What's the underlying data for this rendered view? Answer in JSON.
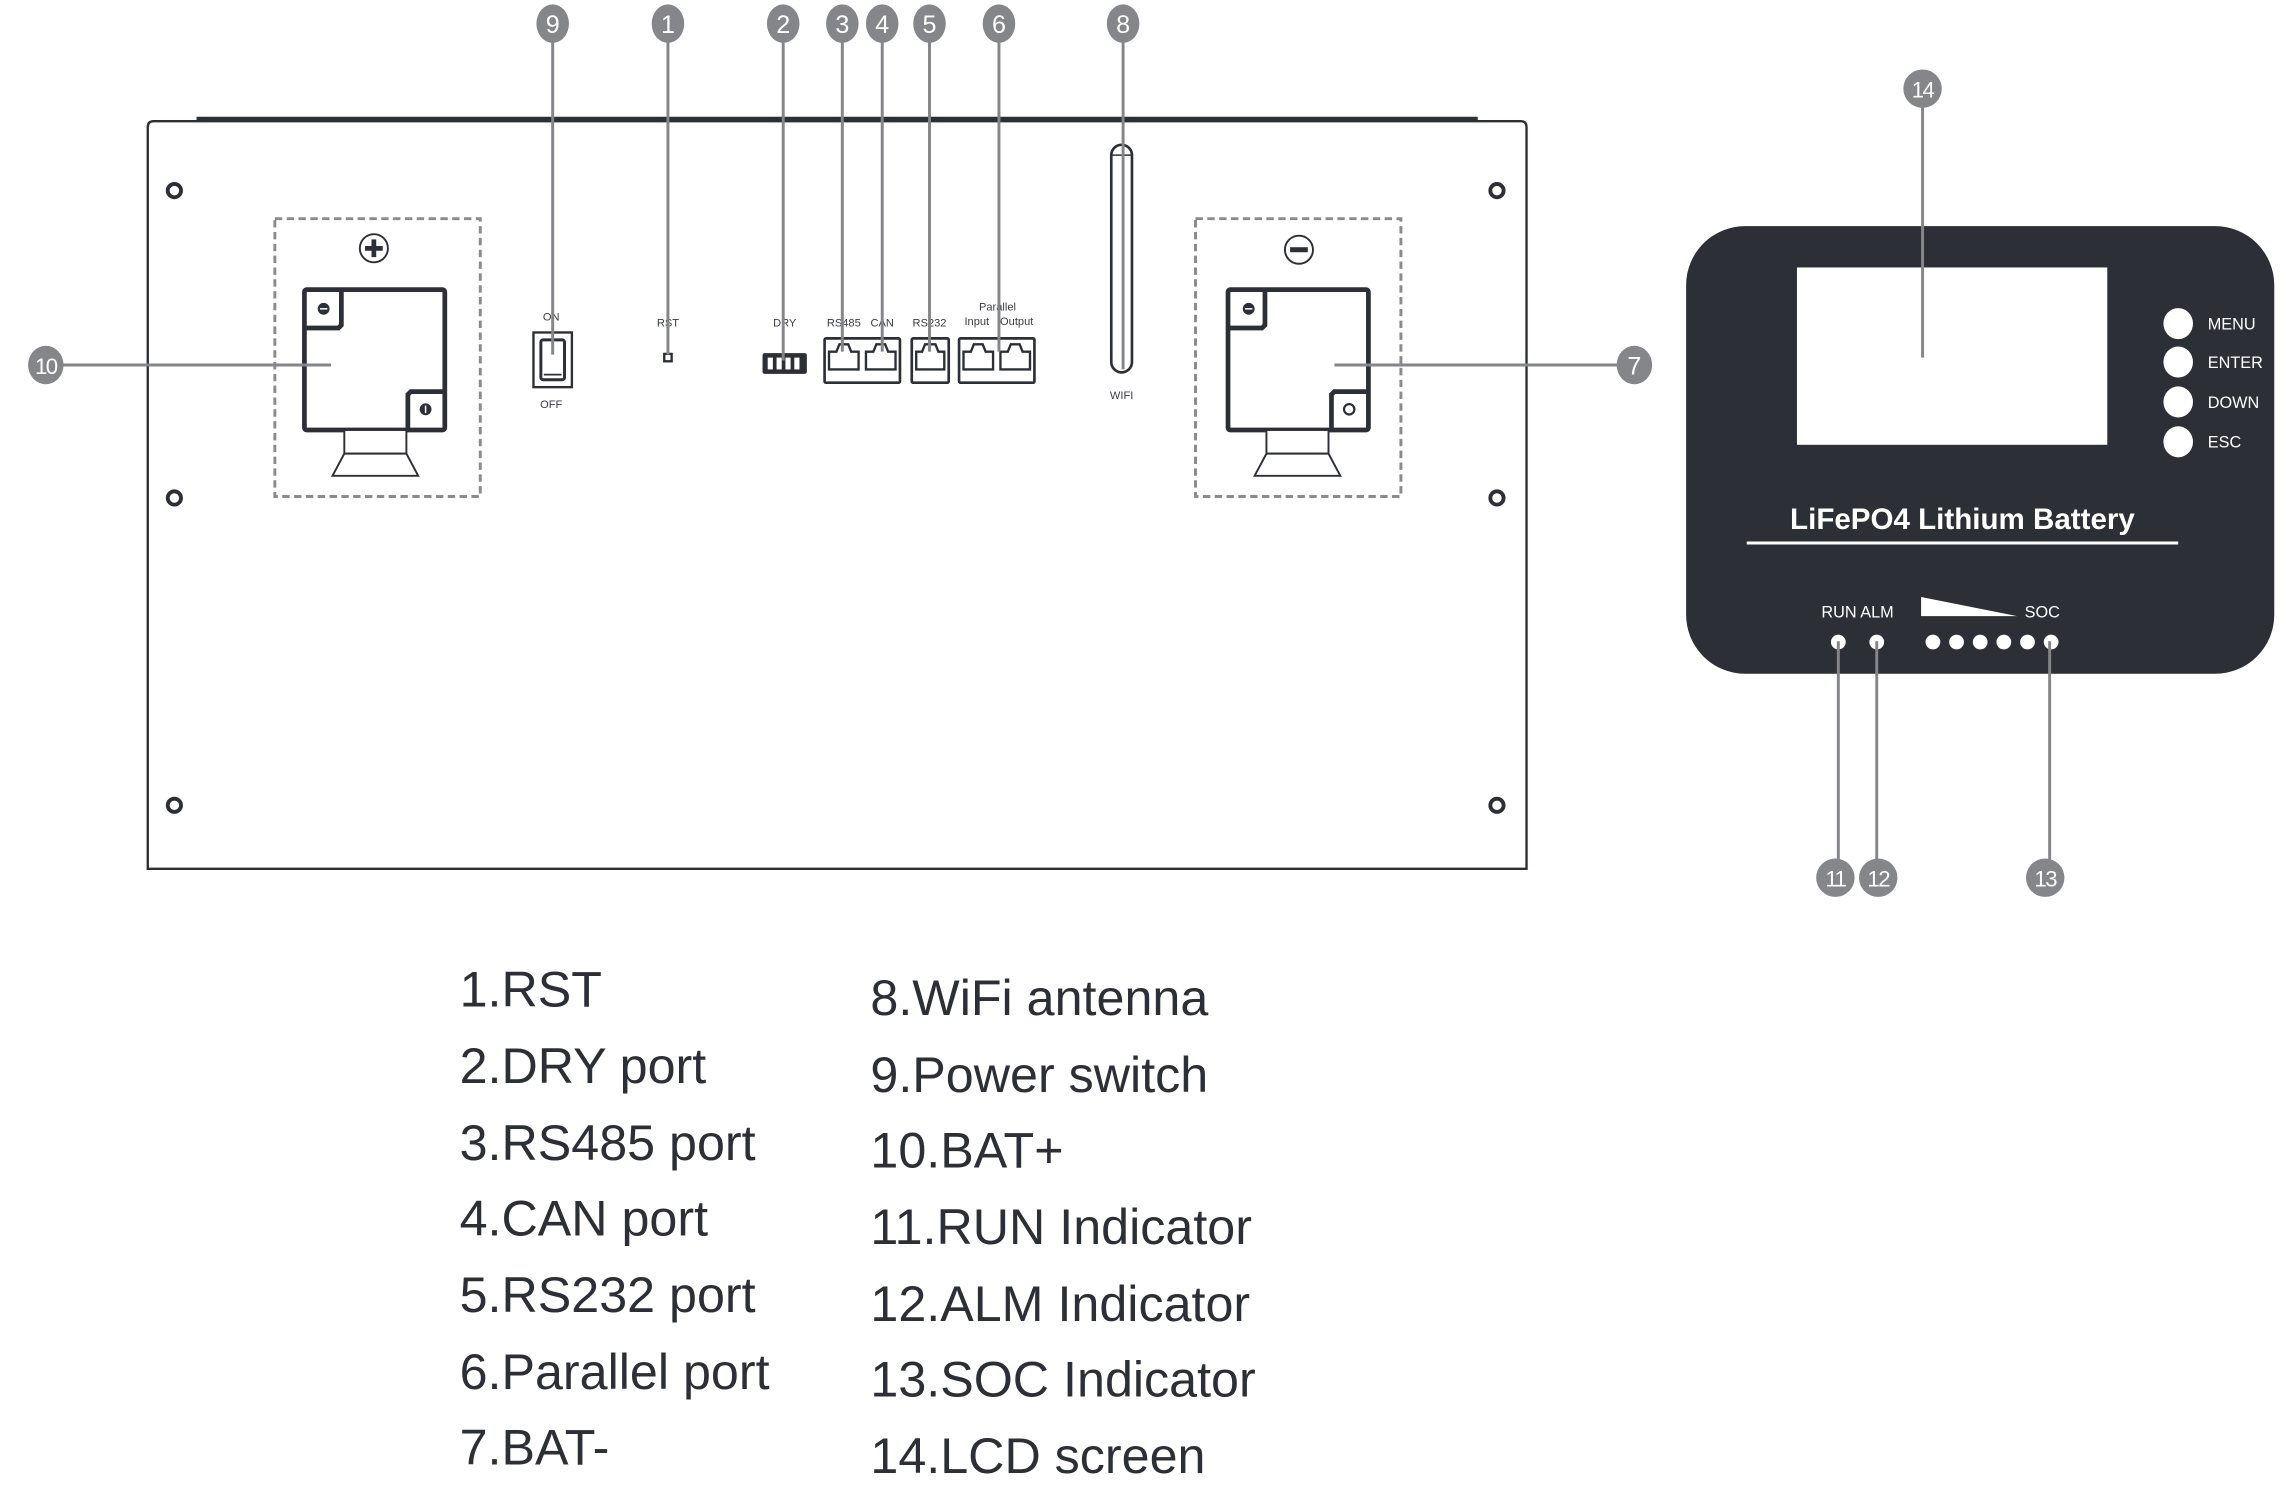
{
  "diagram": {
    "title": "LiFePO4 battery front panel and display overview",
    "colors": {
      "outline": "#2d2f36",
      "callout": "#858689",
      "dashed": "#8a8b8e",
      "panel": "#2d2f36",
      "panel_text": "#ffffff"
    }
  },
  "battery": {
    "terminals": {
      "positive": {
        "symbol": "+",
        "icon": "plus-circle"
      },
      "negative": {
        "symbol": "−",
        "icon": "minus-circle"
      }
    },
    "switch": {
      "on_label": "ON",
      "off_label": "OFF"
    },
    "rst_label": "RST",
    "dry_label": "DRY",
    "rs485_label": "RS485",
    "can_label": "CAN",
    "rs232_label": "RS232",
    "parallel_label": "Parallel",
    "parallel_input_label": "Input",
    "parallel_output_label": "Output",
    "wifi_label": "WIFI"
  },
  "panel": {
    "title": "LiFePO4 Lithium Battery",
    "buttons": [
      {
        "label": "MENU"
      },
      {
        "label": "ENTER"
      },
      {
        "label": "DOWN"
      },
      {
        "label": "ESC"
      }
    ],
    "run_alm_label": "RUN ALM",
    "soc_label": "SOC",
    "soc_led_count": 6
  },
  "callouts": {
    "c1": "1",
    "c2": "2",
    "c3": "3",
    "c4": "4",
    "c5": "5",
    "c6": "6",
    "c7": "7",
    "c8": "8",
    "c9": "9",
    "c10": "10",
    "c11": "11",
    "c12": "12",
    "c13": "13",
    "c14": "14"
  },
  "legend": {
    "left": [
      "1.RST",
      "2.DRY port",
      "3.RS485 port",
      "4.CAN port",
      "5.RS232 port",
      "6.Parallel port",
      "7.BAT-"
    ],
    "right": [
      "8.WiFi antenna",
      "9.Power switch",
      "10.BAT+",
      "11.RUN Indicator",
      "12.ALM Indicator",
      "13.SOC Indicator",
      "14.LCD screen"
    ]
  }
}
